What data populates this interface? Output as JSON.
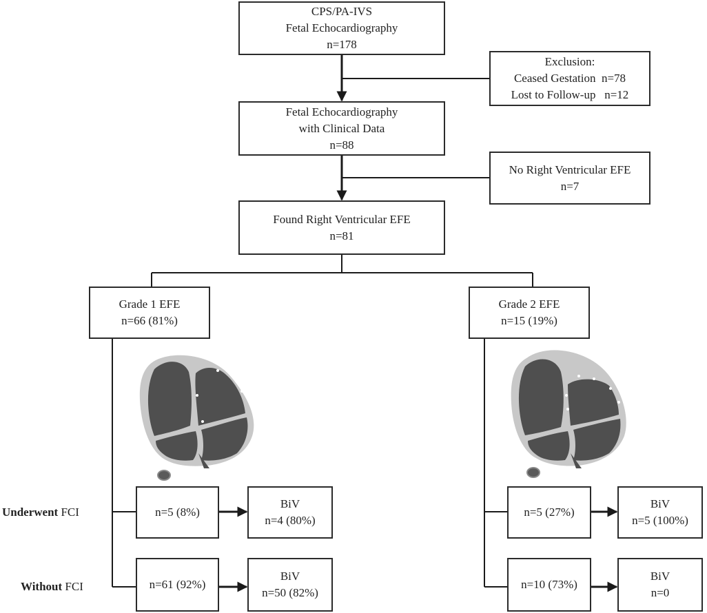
{
  "top_box": {
    "line1": "CPS/PA-IVS",
    "line2": "Fetal Echocardiography",
    "line3": "n=178"
  },
  "exclusion_box": {
    "title": "Exclusion:",
    "item1_label": "Ceased Gestation",
    "item1_n": "n=78",
    "item2_label": "Lost to Follow-up",
    "item2_n": "n=12"
  },
  "clinical_box": {
    "line1": "Fetal Echocardiography",
    "line2": "with Clinical Data",
    "line3": "n=88"
  },
  "no_efe_box": {
    "line1": "No Right Ventricular EFE",
    "line2": "n=7"
  },
  "found_box": {
    "line1": "Found Right Ventricular EFE",
    "line2": "n=81"
  },
  "grade1": {
    "title": "Grade 1 EFE",
    "n": "n=66 (81%)",
    "fci_box": "n=5 (8%)",
    "fci_outcome": {
      "line1": "BiV",
      "line2": "n=4 (80%)"
    },
    "no_fci_box": "n=61 (92%)",
    "no_fci_outcome": {
      "line1": "BiV",
      "line2": "n=50 (82%)"
    }
  },
  "grade2": {
    "title": "Grade 2 EFE",
    "n": "n=15 (19%)",
    "fci_box": "n=5 (27%)",
    "fci_outcome": {
      "line1": "BiV",
      "line2": "n=5 (100%)"
    },
    "no_fci_box": "n=10 (73%)",
    "no_fci_outcome": {
      "line1": "BiV",
      "line2": "n=0"
    }
  },
  "row_labels": {
    "underwent_bold": "Underwent",
    "underwent_rest": " FCI",
    "without_bold": "Without",
    "without_rest": " FCI"
  }
}
